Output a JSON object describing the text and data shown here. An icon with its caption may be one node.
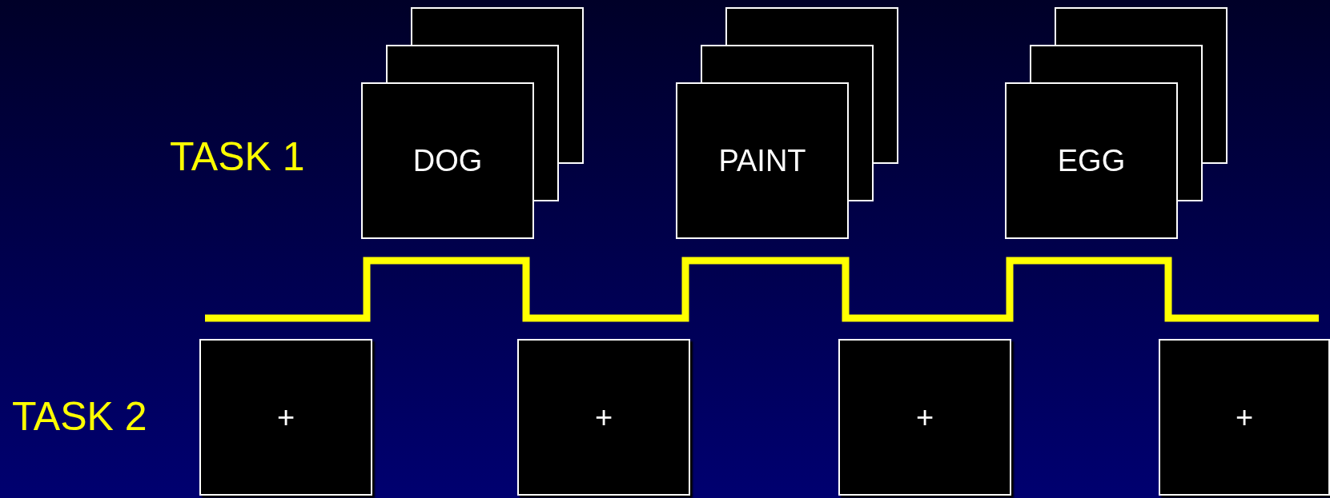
{
  "diagram": {
    "nodes": [
      {
        "text": [
          "DOG"
        ]
      },
      {
        "text": [
          "PAINT"
        ]
      },
      {
        "text": [
          "EGG"
        ]
      },
      {
        "text": [
          "+"
        ]
      },
      {
        "text": [
          "+"
        ]
      },
      {
        "text": [
          "+"
        ]
      },
      {
        "text": [
          "+"
        ]
      }
    ],
    "labels": [
      "TASK 1",
      "TASK 2"
    ]
  }
}
